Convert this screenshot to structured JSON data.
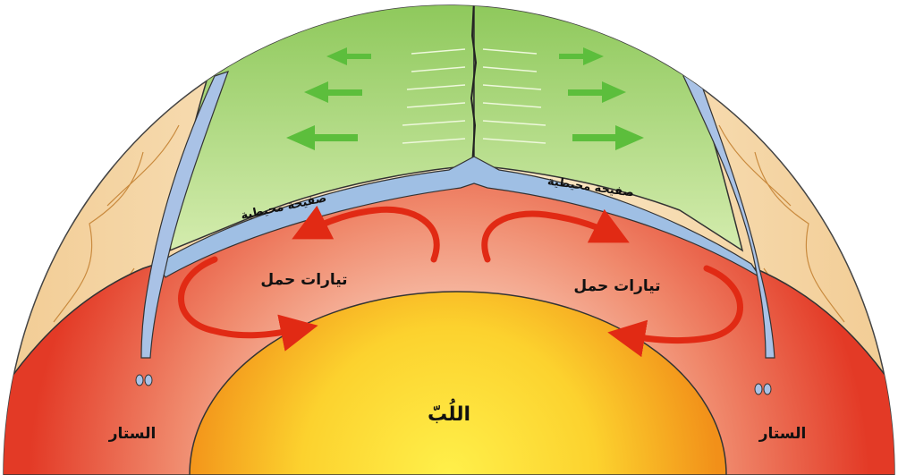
{
  "labels": {
    "core": "اللُبّ",
    "mantle_left": "الستار",
    "mantle_right": "الستار",
    "convection_left": "تيارات حمل",
    "convection_right": "تيارات حمل",
    "crust_left": "صفيحة محيطية",
    "crust_right": "صفيحة محيطية"
  },
  "colors": {
    "outer_crust": "#f6dcb2",
    "mantle_outer": "#e63d2a",
    "mantle_inner": "#f8c4ae",
    "core_outer": "#f39a1f",
    "core_inner": "#fbe93a",
    "plate_green": "#b6dc86",
    "plate_green_dark": "#8cc65a",
    "ocean_blue": "#9fbfe4",
    "arrow_green": "#5cbe3c",
    "arrow_red": "#e12a14"
  }
}
